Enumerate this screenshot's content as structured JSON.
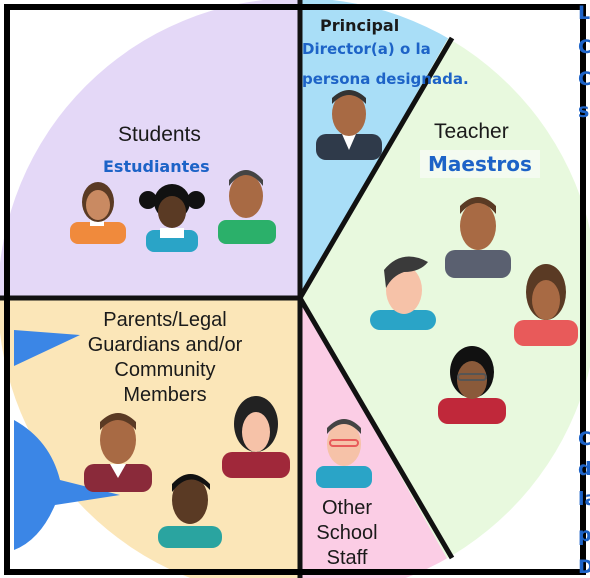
{
  "segments": {
    "principal": {
      "label": "Principal",
      "label_es": "Director(a) o la persona designada.",
      "label_es_line1": "Director(a) o la",
      "label_es_line2": "persona designada.",
      "color": "#a9def7"
    },
    "teacher": {
      "label": "Teacher",
      "label_es": "Maestros",
      "color": "#e8f9de"
    },
    "students": {
      "label": "Students",
      "label_es": "Estudiantes",
      "color": "#e4d8f7"
    },
    "parents": {
      "label": "Parents/Legal Guardians and/or Community Members",
      "line1": "Parents/Legal",
      "line2": "Guardians and/or",
      "line3": "Community",
      "line4": "Members",
      "color": "#fbe6b8"
    },
    "other_staff": {
      "label": "Other School Staff",
      "line1": "Other",
      "line2": "School",
      "line3": "Staff",
      "color": "#fbcde5"
    }
  },
  "cutoff_text": {
    "right_top": [
      "L",
      "C",
      "C",
      "s"
    ],
    "right_bottom": [
      "C",
      "d",
      "la",
      "p",
      "D"
    ]
  },
  "colors": {
    "frame": "#000000",
    "accent_blue": "#1d63c7",
    "speech_bubble": "#3b86e6"
  }
}
